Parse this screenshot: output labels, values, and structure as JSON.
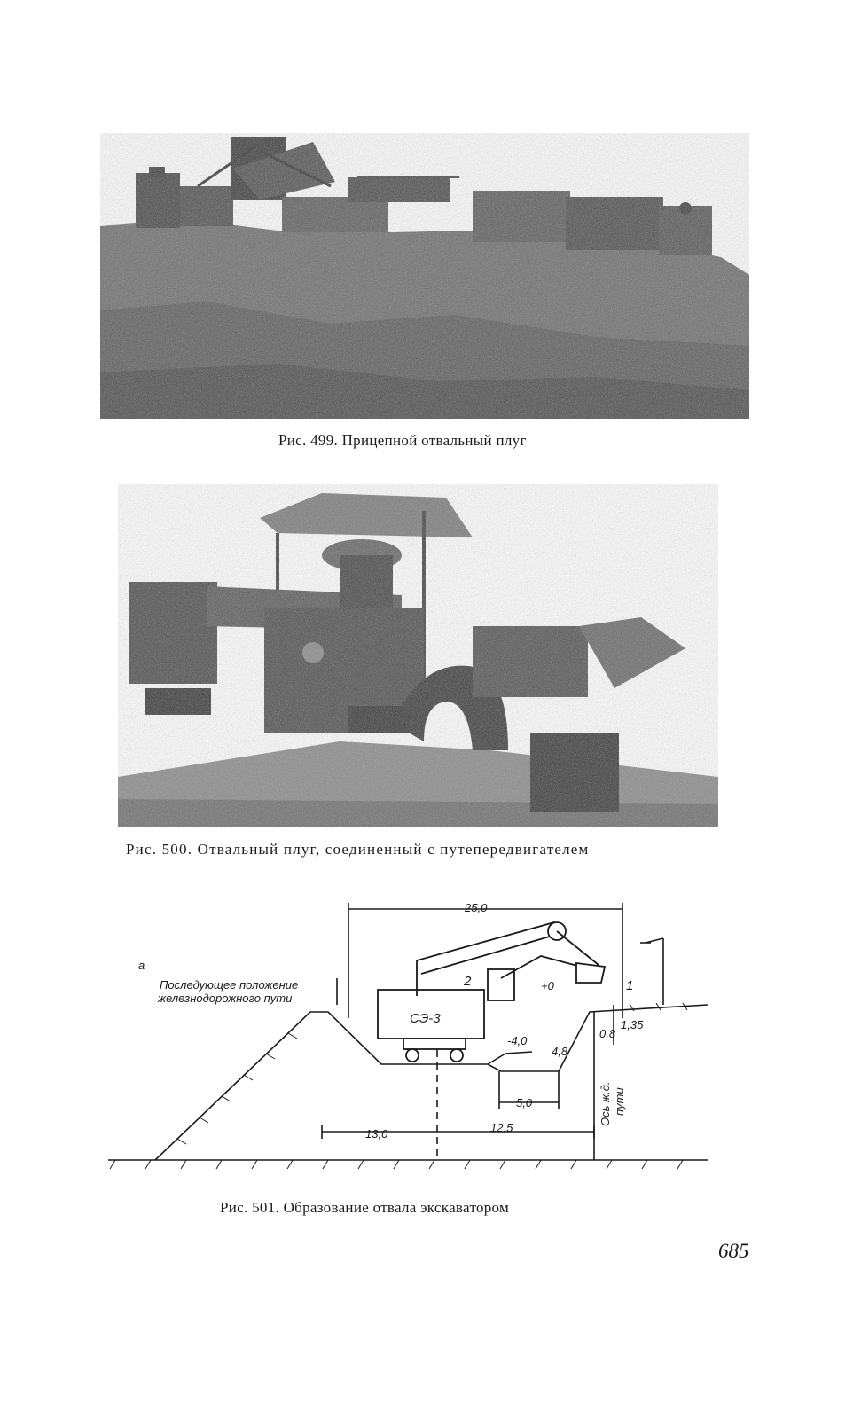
{
  "figures": [
    {
      "id": "fig499",
      "caption": "Рис. 499. Прицепной отвальный плуг"
    },
    {
      "id": "fig500",
      "caption": "Рис. 500. Отвальный плуг, соединенный с путепередвигателем"
    },
    {
      "id": "fig501",
      "caption": "Рис. 501. Образование отвала экскаватором",
      "labels": {
        "corner_letter": "а",
        "future_track_line1": "Последующее положение",
        "future_track_line2": "железнодорожного пути",
        "excavator_mark": "СЭ-3",
        "point_1": "1",
        "point_2": "2",
        "dim_total_width": "25,0",
        "level_zero": "+0",
        "level_minus4": "-4,0",
        "dim_4_8": "4,8",
        "dim_0_8": "0,8",
        "dim_1_35": "1,35",
        "dim_5_0": "5,0",
        "dim_13_0": "13,0",
        "dim_12_5": "12,5",
        "axis_line1": "Ось ж.д.",
        "axis_line2": "пути"
      }
    }
  ],
  "page_number": "685"
}
